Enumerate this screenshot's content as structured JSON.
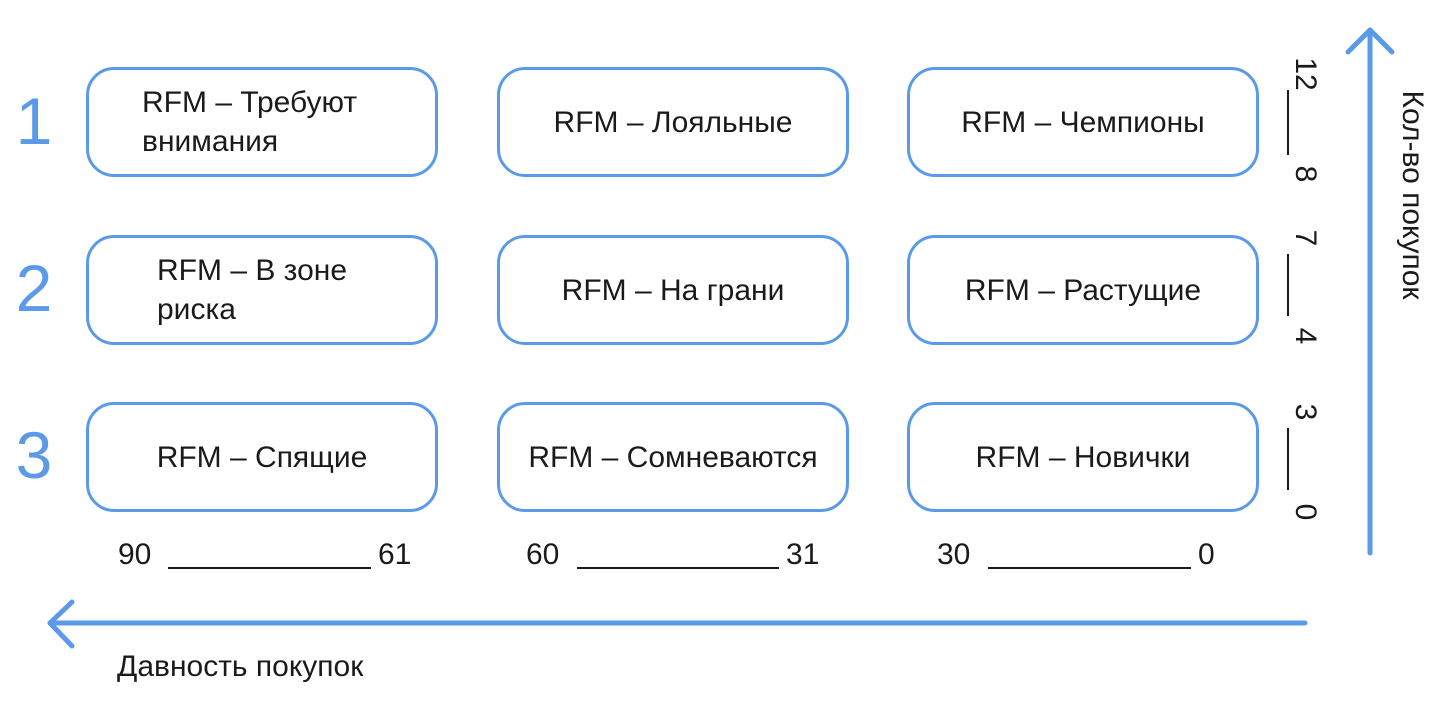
{
  "row_labels": [
    "1",
    "2",
    "3"
  ],
  "segments": [
    [
      "RFM – Требуют внимания",
      "RFM – Лояльные",
      "RFM – Чемпионы"
    ],
    [
      "RFM – В зоне риска",
      "RFM – На грани",
      "RFM – Растущие"
    ],
    [
      "RFM – Спящие",
      "RFM – Сомневаются",
      "RFM – Новички"
    ]
  ],
  "x_axis": {
    "label": "Давность покупок",
    "ranges": [
      {
        "from": "90",
        "to": "61"
      },
      {
        "from": "60",
        "to": "31"
      },
      {
        "from": "30",
        "to": "0"
      }
    ]
  },
  "y_axis": {
    "label": "Кол-во покупок",
    "ranges": [
      {
        "from": "12",
        "to": "8"
      },
      {
        "from": "7",
        "to": "4"
      },
      {
        "from": "3",
        "to": "0"
      }
    ]
  },
  "colors": {
    "accent": "#5b9ae8",
    "text": "#1a1a1a"
  }
}
